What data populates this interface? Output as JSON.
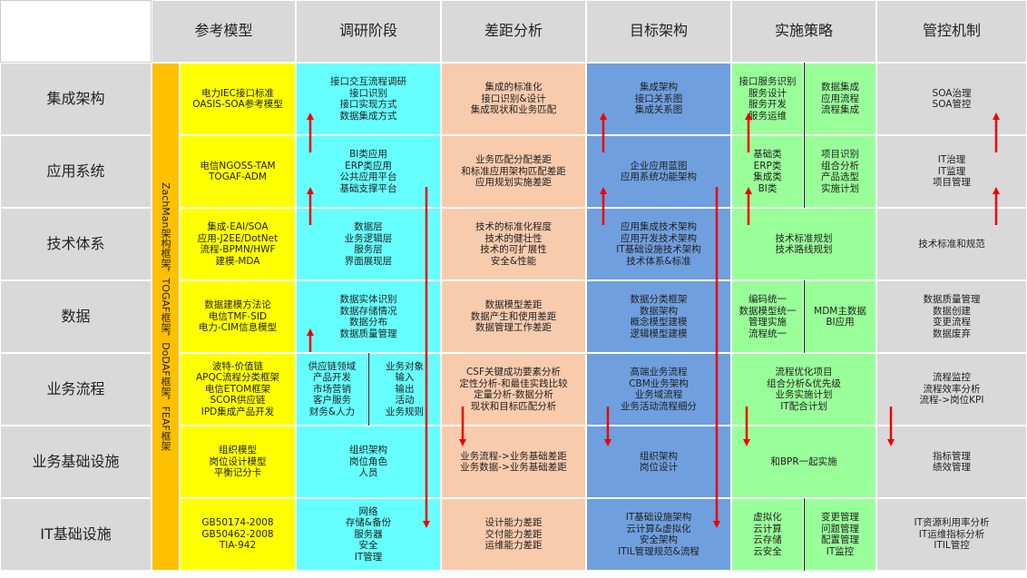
{
  "columns": {
    "c0": "",
    "c1": "参考模型",
    "c2": "调研阶段",
    "c3": "差距分析",
    "c4": "目标架构",
    "c5": "实施策略",
    "c6": "管控机制"
  },
  "rows": {
    "r1": "集成架构",
    "r2": "应用系统",
    "r3": "技术体系",
    "r4": "数据",
    "r5": "业务流程",
    "r6": "业务基础设施",
    "r7": "IT基础设施"
  },
  "frameworks_label": "ZachMan架构框架，TOGAF框架，DoDAF框架，FEAF框架",
  "cells": {
    "ref_r1": "电力IEC接口标准\nOASIS-SOA参考模型",
    "ref_r2": "电信NGOSS-TAM\nTOGAF-ADM",
    "ref_r3": "集成-EAI/SOA\n应用-J2EE/DotNet\n流程-BPMN/HWF\n建模-MDA",
    "ref_r4": "数据建模方法论\n电信TMF-SID\n电力-CIM信息模型",
    "ref_r5": "波特-价值链\nAPQC流程分类框架\n电信ETOM框架\nSCOR供应链\nIPD集成产品开发",
    "ref_r6": "组织模型\n岗位设计模型\n平衡记分卡",
    "ref_r7": "GB50174-2008\nGB50462-2008\nTIA-942",
    "res_r1": "接口交互流程调研\n接口识别\n接口实现方式\n数据集成方式",
    "res_r2": "BI类应用\nERP类应用\n公共应用平台\n基础支撑平台",
    "res_r3": "数据层\n业务逻辑层\n服务层\n界面展现层",
    "res_r4": "数据实体识别\n数据存储情况\n数据分布\n数据质量管理",
    "res_r5a": "供应链领域\n产品开发\n市场营销\n客户服务\n财务&人力",
    "res_r5b": "业务对象\n输入\n输出\n活动\n业务规则",
    "res_r6": "组织架构\n岗位角色\n人员",
    "res_r7": "网络\n存储&备份\n服务器\n安全\nIT管理",
    "gap_r1": "集成的标准化\n接口识别&设计\n集成现状和业务匹配",
    "gap_r2": "业务匹配分配差距\n和标准应用架构匹配差距\n应用规划实施差距",
    "gap_r3": "技术的标准化程度\n技术的健壮性\n技术的可扩展性\n安全&性能",
    "gap_r4": "数据模型差距\n数据产生和使用差距\n数据管理工作差距",
    "gap_r5": "CSF关键成功要素分析\n定性分析-和最佳实践比较\n定量分析-数据分析\n现状和目标匹配分析",
    "gap_r6": "业务流程->业务基础差距\n业务数据->业务基础差距",
    "gap_r7": "设计能力差距\n交付能力差距\n运维能力差距",
    "tgt_r1": "集成架构\n接口关系图\n集成关系图",
    "tgt_r2": "企业应用蓝图\n应用系统功能架构",
    "tgt_r3": "应用集成技术架构\n应用开发技术架构\nIT基础设施技术架构\n技术体系&标准",
    "tgt_r4": "数据分类框架\n数据架构\n概念模型建模\n逻辑模型建模",
    "tgt_r5": "高端业务流程\nCBM业务架构\n业务域流程\n业务活动流程细分",
    "tgt_r6": "组织架构\n岗位设计",
    "tgt_r7": "IT基础设施架构\n云计算&虚拟化\n安全架构\nITIL管理规范&流程",
    "imp_r1a": "接口服务识别\n服务设计\n服务开发\n服务运维",
    "imp_r1b": "数据集成\n应用流程\n流程集成",
    "imp_r2a": "基础类\nERP类\n集成类\nBI类",
    "imp_r2b": "项目识别\n组合分析\n产品选型\n实施计划",
    "imp_r3": "技术标准规划\n技术路线规划",
    "imp_r4a": "编码统一\n数据模型统一\n管理实施\n流程统一",
    "imp_r4b": "MDM主数据\nBI应用",
    "imp_r5": "流程优化项目\n组合分析&优先级\n业务实施计划\nIT配合计划",
    "imp_r6": "和BPR一起实施",
    "imp_r7a": "虚拟化\n云计算\n云存储\n云安全",
    "imp_r7b": "变更管理\n问题管理\n配置管理\nIT监控",
    "ctl_r1": "SOA治理\nSOA管控",
    "ctl_r2": "IT治理\nIT监理\n项目管理",
    "ctl_r3": "技术标准和规范",
    "ctl_r4": "数据质量管理\n数据创建\n变更流程\n数据废弃",
    "ctl_r5": "流程监控\n流程效率分析\n流程->岗位KPI",
    "ctl_r6": "指标管理\n绩效管理",
    "ctl_r7": "IT资源利用率分析\nIT运维指标分析\nITIL管控"
  },
  "colors": {
    "header": "#d9d9d9",
    "frameworks": "#ffc000",
    "reference": "#ffff00",
    "research": "#66ffff",
    "gap": "#f8cbad",
    "target": "#6f9fde",
    "implementation": "#99ff99",
    "control": "#d9d9d9",
    "arrow": "#ee0000"
  }
}
